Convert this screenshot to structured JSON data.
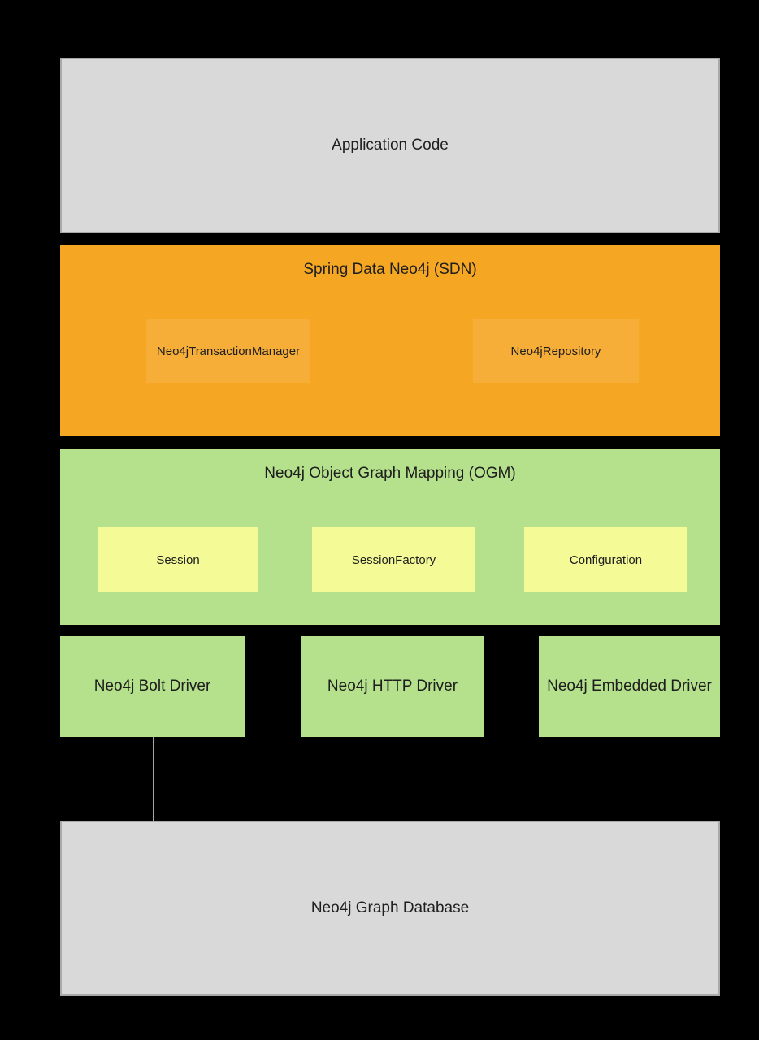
{
  "canvas": {
    "background_color": "#000000",
    "text_color": "#1e1e1e"
  },
  "diagram": {
    "application": {
      "label": "Application Code",
      "fill": "#d9d9d9",
      "border": "#a9a9a9"
    },
    "sdn": {
      "title": "Spring Data Neo4j (SDN)",
      "fill": "#f5a723",
      "child_fill": "#f7ae39",
      "children": [
        {
          "label": "Neo4jTransactionManager"
        },
        {
          "label": "Neo4jRepository"
        }
      ]
    },
    "ogm": {
      "title": "Neo4j Object Graph Mapping (OGM)",
      "fill": "#b5e18c",
      "child_fill": "#f4fa96",
      "children": [
        {
          "label": "Session"
        },
        {
          "label": "SessionFactory"
        },
        {
          "label": "Configuration"
        }
      ]
    },
    "drivers": {
      "fill": "#b5e18c",
      "items": [
        {
          "label": "Neo4j Bolt Driver"
        },
        {
          "label": "Neo4j HTTP Driver"
        },
        {
          "label": "Neo4j Embedded Driver"
        }
      ]
    },
    "connectors": {
      "color": "#a6a6a6",
      "count": 3
    },
    "database": {
      "label": "Neo4j Graph Database",
      "fill": "#d9d9d9",
      "border": "#a9a9a9"
    }
  }
}
